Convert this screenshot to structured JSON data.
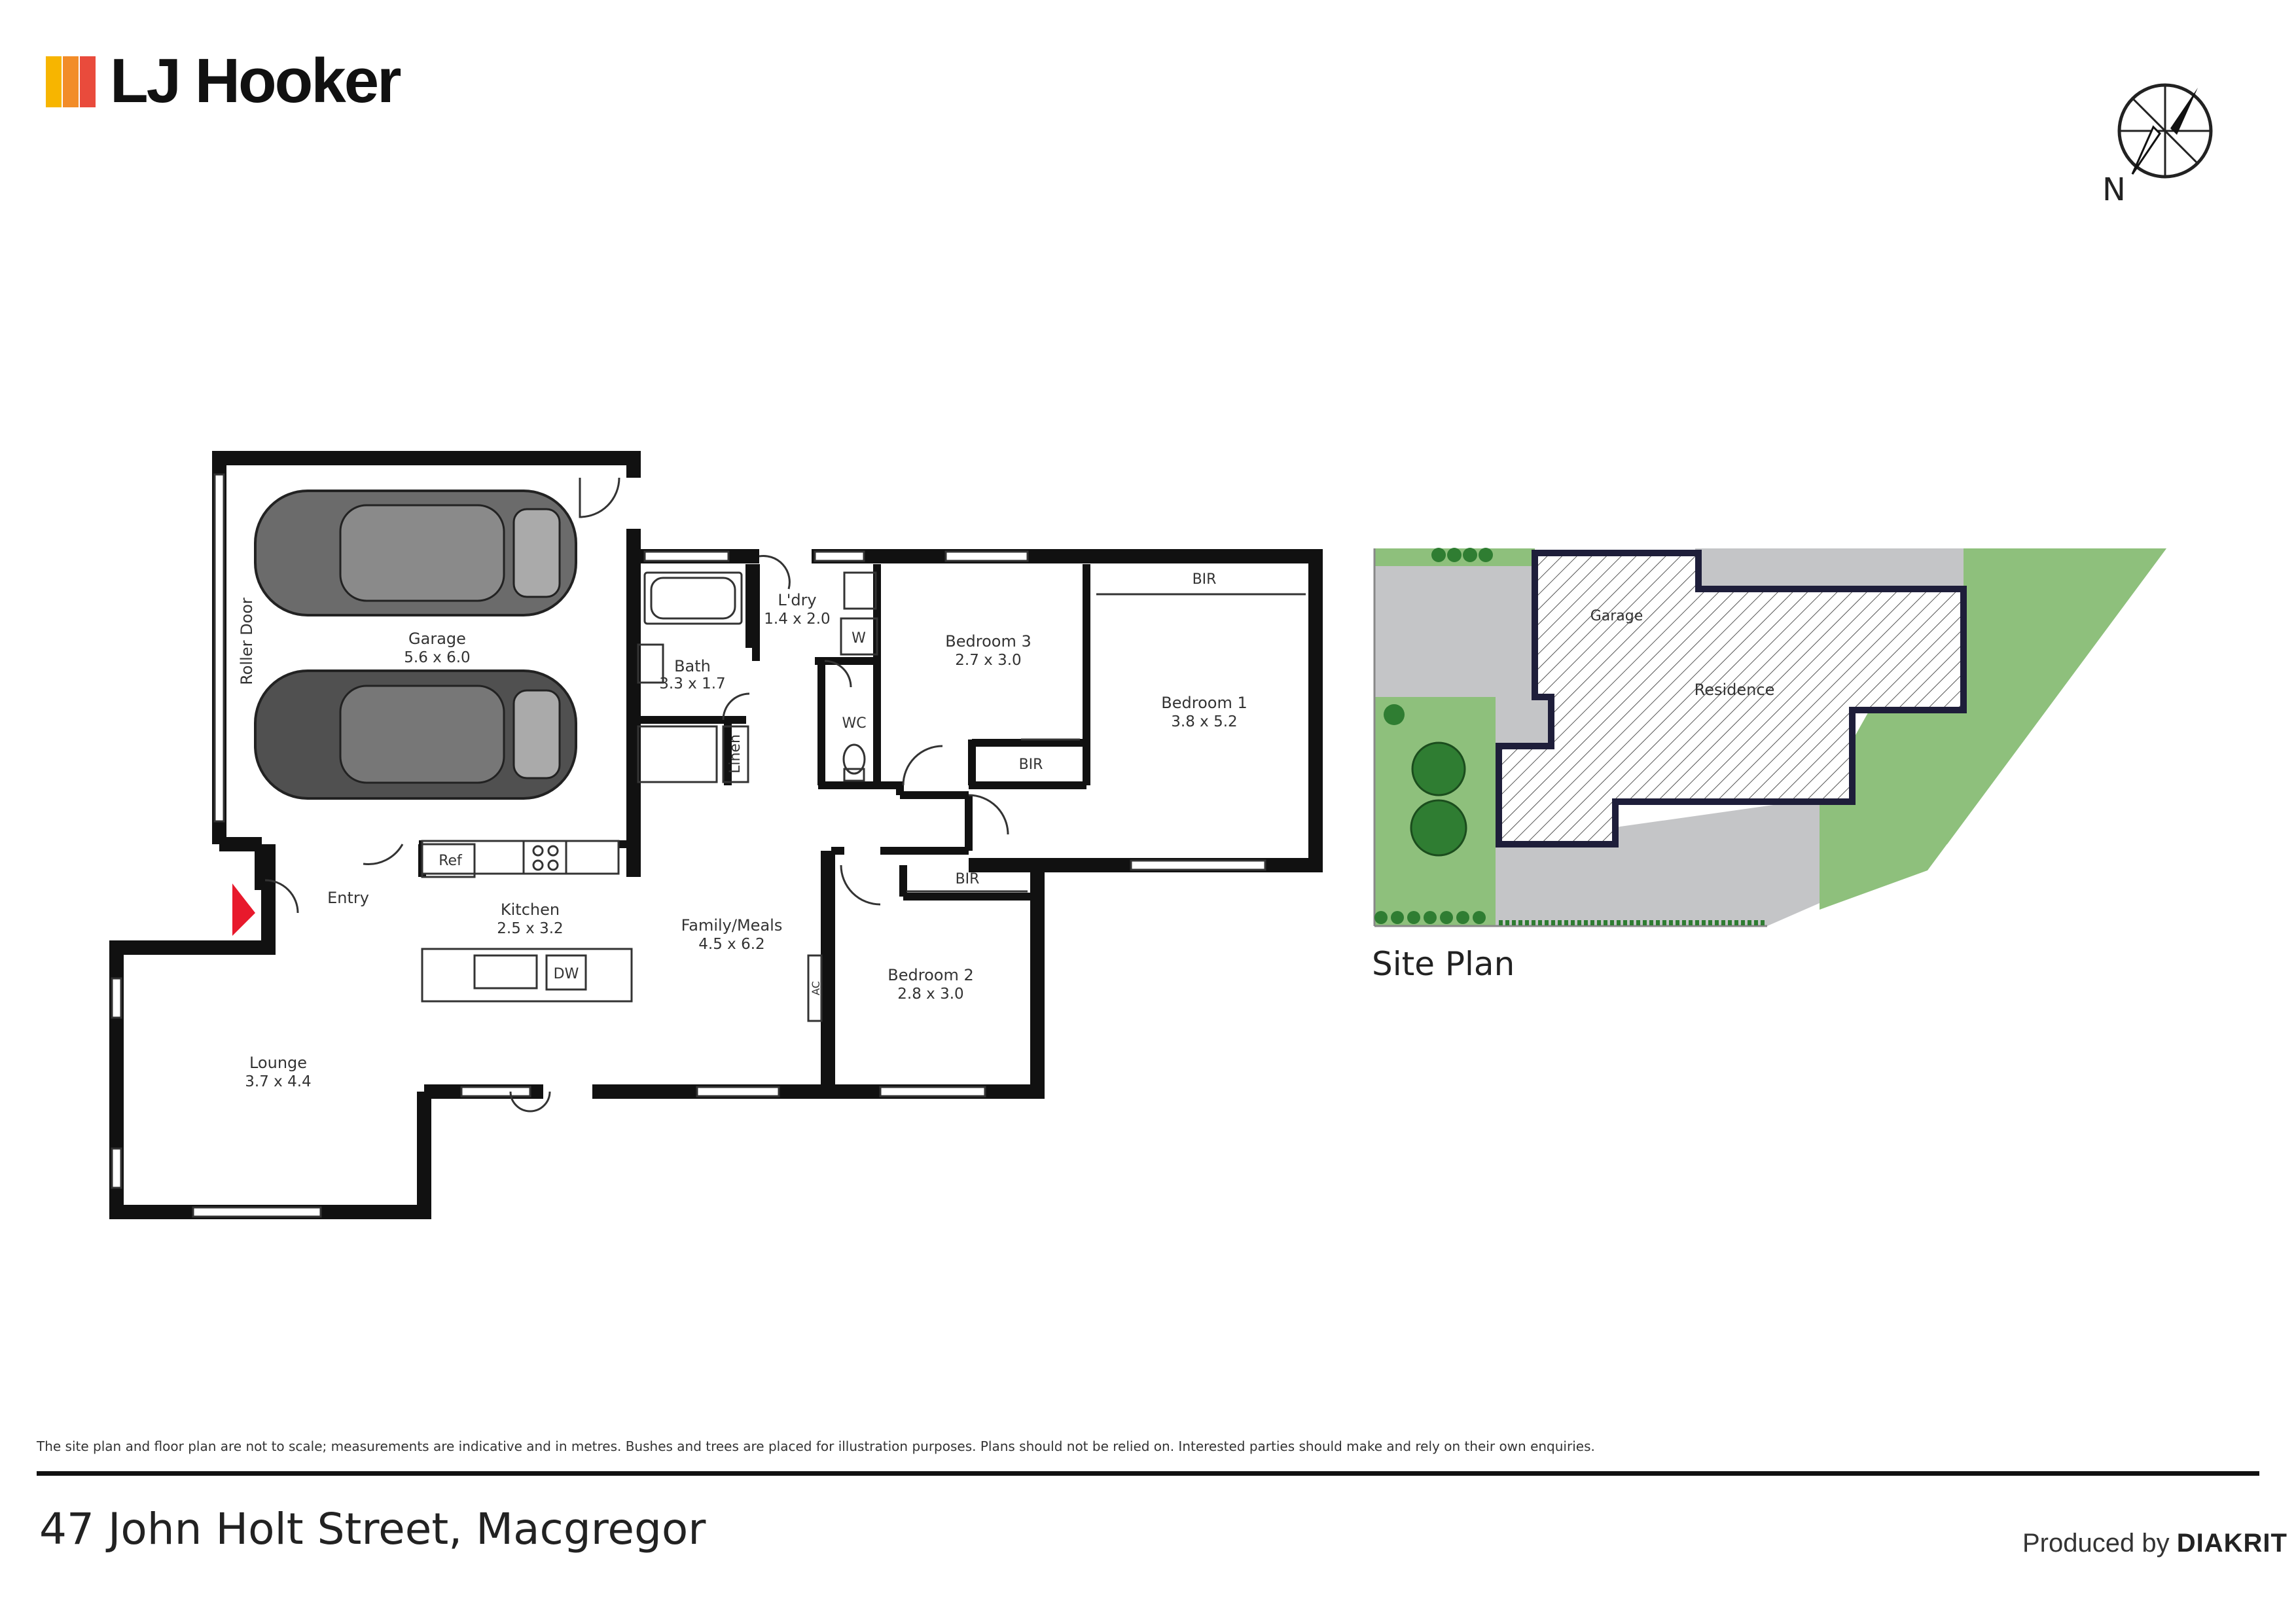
{
  "brand": {
    "name": "LJ Hooker",
    "bar_colors": [
      "#F7B500",
      "#F28C28",
      "#E94B3C"
    ]
  },
  "compass": {
    "label": "N"
  },
  "floorplan": {
    "rooms": {
      "garage": {
        "name": "Garage",
        "dims": "5.6 x 6.0"
      },
      "roller_door": "Roller Door",
      "bath": {
        "name": "Bath",
        "dims": "3.3 x 1.7"
      },
      "laundry": {
        "name": "L'dry",
        "dims": "1.4 x 2.0"
      },
      "washer": "W",
      "wc": "WC",
      "linen": "Linen",
      "bedroom3": {
        "name": "Bedroom 3",
        "dims": "2.7 x 3.0"
      },
      "bedroom3_bir": "BIR",
      "bedroom1": {
        "name": "Bedroom 1",
        "dims": "3.8 x 5.2"
      },
      "bedroom1_bir": "BIR",
      "entry": "Entry",
      "ref": "Ref",
      "kitchen": {
        "name": "Kitchen",
        "dims": "2.5 x 3.2"
      },
      "dw": "DW",
      "family": {
        "name": "Family/Meals",
        "dims": "4.5 x 6.2"
      },
      "ac": "AC",
      "bedroom2": {
        "name": "Bedroom 2",
        "dims": "2.8 x 3.0"
      },
      "bedroom2_bir": "BIR",
      "lounge": {
        "name": "Lounge",
        "dims": "3.7 x 4.4"
      }
    }
  },
  "site_plan": {
    "title": "Site Plan",
    "garage": "Garage",
    "residence": "Residence",
    "colors": {
      "lawn": "#8EC07C",
      "paving": "#C4C5C7",
      "tree": "#2F7D32",
      "building_outline": "#1E1E3A"
    }
  },
  "footer": {
    "disclaimer": "The site plan and floor plan are not to scale; measurements are indicative and in metres. Bushes and trees are placed for illustration purposes. Plans should not be relied on. Interested parties should make and rely on their own enquiries.",
    "address": "47 John Holt Street, Macgregor",
    "produced_by": "Produced by",
    "producer": "DIAKRIT"
  }
}
